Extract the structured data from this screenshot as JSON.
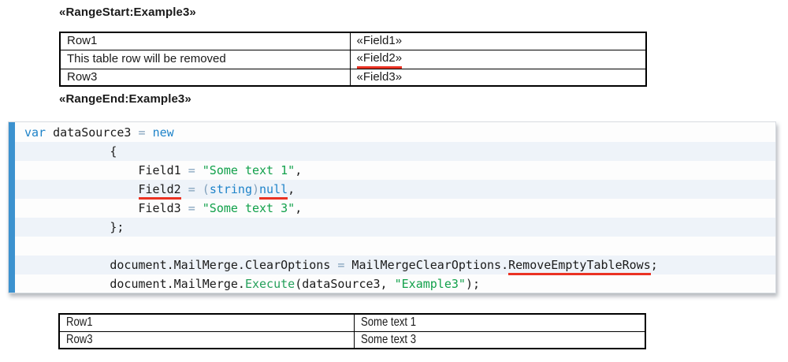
{
  "colors": {
    "keyword": "#1e83c9",
    "string": "#12a14b",
    "method": "#25a05b",
    "operator": "#80a0bc",
    "plain": "#1b1b1b",
    "underline": "#ea3223",
    "accent_bar": "#3c92cf",
    "stripe": "#eef3f9",
    "code_border": "#d8dce1"
  },
  "labels": {
    "range_start": "«RangeStart:Example3»",
    "range_end": "«RangeEnd:Example3»"
  },
  "template_table": {
    "rows": [
      {
        "cells": [
          {
            "t": "Row1"
          },
          {
            "t": "«Field1»"
          }
        ]
      },
      {
        "cells": [
          {
            "t": "This table row will be removed"
          },
          {
            "t": "«Field2»",
            "u": true
          }
        ]
      },
      {
        "cells": [
          {
            "t": "Row3"
          },
          {
            "t": "«Field3»"
          }
        ]
      }
    ]
  },
  "code": {
    "lines": [
      [
        {
          "t": "var",
          "c": "kw"
        },
        {
          "t": " dataSource3 ",
          "c": "pl"
        },
        {
          "t": "=",
          "c": "op"
        },
        {
          "t": " ",
          "c": "pl"
        },
        {
          "t": "new",
          "c": "kw"
        }
      ],
      [
        {
          "t": "            {",
          "c": "pl"
        }
      ],
      [
        {
          "t": "                Field1 ",
          "c": "pl"
        },
        {
          "t": "=",
          "c": "op"
        },
        {
          "t": " ",
          "c": "pl"
        },
        {
          "t": "\"Some text 1\"",
          "c": "str"
        },
        {
          "t": ",",
          "c": "pl"
        }
      ],
      [
        {
          "t": "                ",
          "c": "pl"
        },
        {
          "t": "Field2",
          "c": "pl",
          "u": true
        },
        {
          "t": " ",
          "c": "pl"
        },
        {
          "t": "=",
          "c": "op"
        },
        {
          "t": " ",
          "c": "pl"
        },
        {
          "t": "(",
          "c": "op"
        },
        {
          "t": "string",
          "c": "kw"
        },
        {
          "t": ")",
          "c": "op"
        },
        {
          "t": "null",
          "c": "kw",
          "u": true
        },
        {
          "t": ",",
          "c": "pl"
        }
      ],
      [
        {
          "t": "                Field3 ",
          "c": "pl"
        },
        {
          "t": "=",
          "c": "op"
        },
        {
          "t": " ",
          "c": "pl"
        },
        {
          "t": "\"Some text 3\"",
          "c": "str"
        },
        {
          "t": ",",
          "c": "pl"
        }
      ],
      [
        {
          "t": "            };",
          "c": "pl"
        }
      ],
      [],
      [
        {
          "t": "            document.MailMerge.ClearOptions ",
          "c": "pl"
        },
        {
          "t": "=",
          "c": "op"
        },
        {
          "t": " MailMergeClearOptions.",
          "c": "pl"
        },
        {
          "t": "RemoveEmptyTableRows",
          "c": "pl",
          "u": true
        },
        {
          "t": ";",
          "c": "pl"
        }
      ],
      [
        {
          "t": "            document.MailMerge.",
          "c": "pl"
        },
        {
          "t": "Execute",
          "c": "meth"
        },
        {
          "t": "(dataSource3, ",
          "c": "pl"
        },
        {
          "t": "\"Example3\"",
          "c": "str"
        },
        {
          "t": ");",
          "c": "pl"
        }
      ]
    ]
  },
  "result_table": {
    "rows": [
      {
        "cells": [
          {
            "t": "Row1"
          },
          {
            "t": "Some text 1"
          }
        ]
      },
      {
        "cells": [
          {
            "t": "Row3"
          },
          {
            "t": "Some text 3"
          }
        ]
      }
    ]
  }
}
